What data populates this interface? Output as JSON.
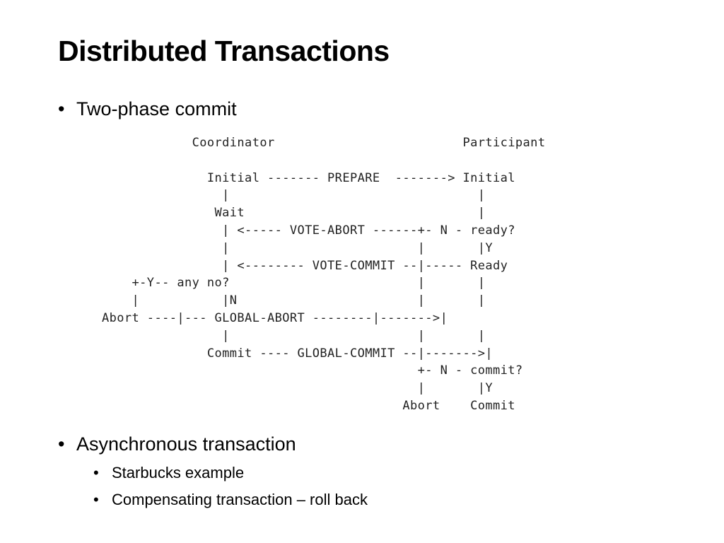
{
  "slide": {
    "title": "Distributed Transactions",
    "bullets": [
      {
        "marker": "•",
        "text": "Two-phase commit"
      },
      {
        "marker": "•",
        "text": "Asynchronous transaction"
      }
    ],
    "sub_bullets": [
      {
        "marker": "•",
        "text": "Starbucks example"
      },
      {
        "marker": "•",
        "text": "Compensating transaction – roll back"
      }
    ],
    "diagram": {
      "lines": [
        "            Coordinator                         Participant",
        "",
        "              Initial ------- PREPARE  -------> Initial",
        "                |                                 |",
        "               Wait                               |",
        "                | <----- VOTE-ABORT ------+- N - ready?",
        "                |                         |       |Y",
        "                | <-------- VOTE-COMMIT --|----- Ready",
        "    +-Y-- any no?                         |       |",
        "    |           |N                        |       |",
        "Abort ----|--- GLOBAL-ABORT --------|------->|",
        "                |                         |       |",
        "              Commit ---- GLOBAL-COMMIT --|------->|",
        "                                          +- N - commit?",
        "                                          |       |Y",
        "                                        Abort    Commit"
      ]
    }
  }
}
